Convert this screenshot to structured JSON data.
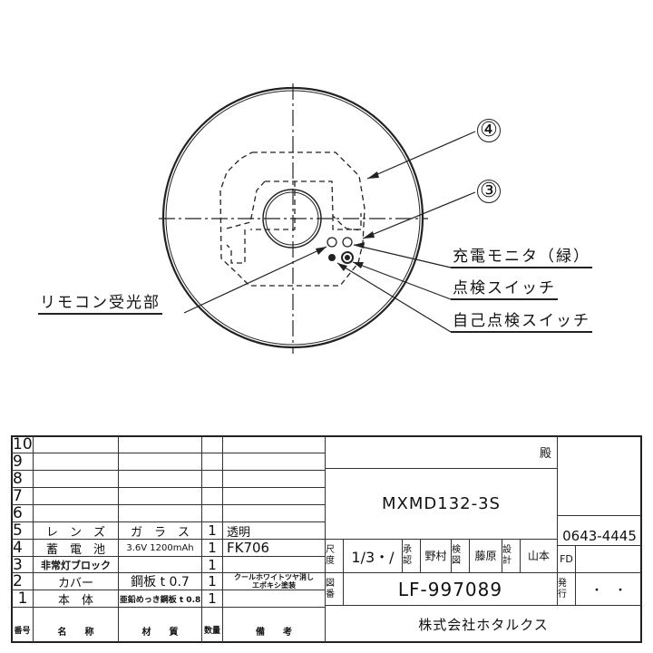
{
  "drawing": {
    "callouts": [
      {
        "id": "callout-4",
        "label": "④"
      },
      {
        "id": "callout-3",
        "label": "③"
      }
    ],
    "labels": {
      "charge_monitor": "充電モニタ（緑）",
      "test_switch": "点検スイッチ",
      "self_test_switch": "自己点検スイッチ",
      "remote_receiver": "リモコン受光部"
    }
  },
  "parts_table": {
    "headers": {
      "no": "番号",
      "name": "名　　称",
      "material": "材　　質",
      "qty": "数量",
      "remarks": "備　　考"
    },
    "rows": [
      {
        "no": "10",
        "name": "",
        "material": "",
        "qty": "",
        "remarks": ""
      },
      {
        "no": "9",
        "name": "",
        "material": "",
        "qty": "",
        "remarks": ""
      },
      {
        "no": "8",
        "name": "",
        "material": "",
        "qty": "",
        "remarks": ""
      },
      {
        "no": "7",
        "name": "",
        "material": "",
        "qty": "",
        "remarks": ""
      },
      {
        "no": "6",
        "name": "",
        "material": "",
        "qty": "",
        "remarks": ""
      },
      {
        "no": "5",
        "name": "レ　ン　ズ",
        "material": "ガ　ラ　ス",
        "qty": "1",
        "remarks": "透明"
      },
      {
        "no": "4",
        "name": "蓄　電　池",
        "material": "3.6V 1200mAh",
        "qty": "1",
        "remarks": "FK706"
      },
      {
        "no": "3",
        "name": "非常灯ブロック",
        "material": "",
        "qty": "1",
        "remarks": ""
      },
      {
        "no": "2",
        "name": "カバー",
        "material": "鋼板 t 0.7",
        "qty": "1",
        "remarks": "クールホワイトツヤ消し\nエポキシ塗装"
      },
      {
        "no": "1",
        "name": "本　体",
        "material": "亜鉛めっき鋼板 t 0.8",
        "qty": "1",
        "remarks": ""
      }
    ]
  },
  "title_block": {
    "customer_suffix": "殿",
    "model": "MXMD132-3S",
    "scale_label": "尺度",
    "scale_value": "1/3・/",
    "approved_label": "承認",
    "approved_by": "野村",
    "checked_label": "検図",
    "checked_by": "藤原",
    "designed_label": "設計",
    "designed_by": "山本",
    "drawing_no_label": "図番",
    "drawing_no": "LF-997089",
    "company": "株式会社ホタルクス",
    "code": "0643-4445",
    "fd_label": "FD",
    "fd_value": "",
    "issue_label": "発行",
    "issue_value": "・　・"
  }
}
